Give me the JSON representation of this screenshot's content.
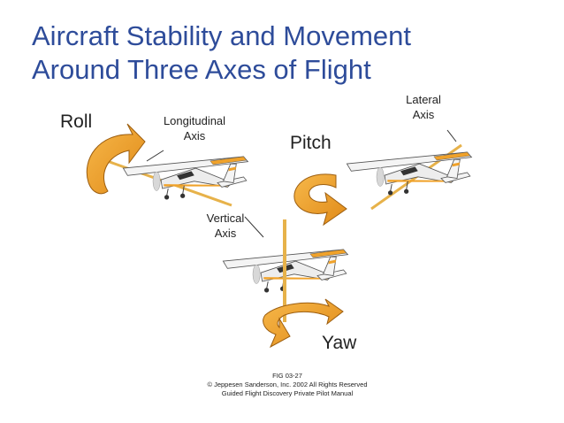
{
  "title": {
    "line1": "Aircraft Stability and Movement",
    "line2": "Around Three Axes of Flight"
  },
  "labels": {
    "roll": "Roll",
    "pitch": "Pitch",
    "yaw": "Yaw",
    "longitudinal": [
      "Longitudinal",
      "Axis"
    ],
    "lateral": [
      "Lateral",
      "Axis"
    ],
    "vertical": [
      "Vertical",
      "Axis"
    ]
  },
  "credit": {
    "fig": "FIG 03-27",
    "copyright": "© Jeppesen Sanderson, Inc. 2002 All Rights Reserved",
    "source": "Guided Flight Discovery Private Pilot Manual"
  },
  "colors": {
    "title": "#2E4C9A",
    "arrow": "#F0A22A",
    "axis": "#E7B24A",
    "plane": "#F4F4F4",
    "outline": "#444444"
  }
}
